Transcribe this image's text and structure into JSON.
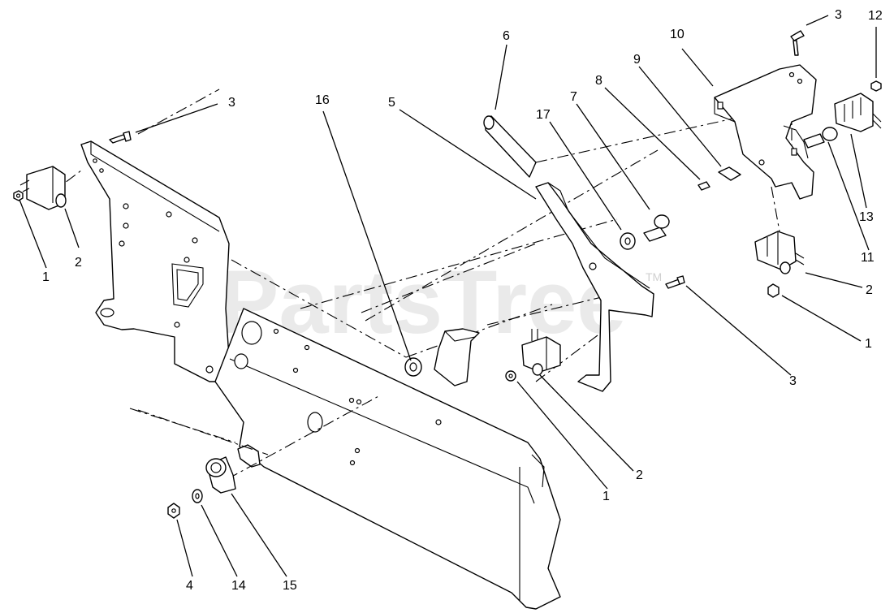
{
  "watermark": {
    "brand": "PartsTree",
    "trademark": "TM"
  },
  "callouts": {
    "c1a": "1",
    "c2a": "2",
    "c3a": "3",
    "c16": "16",
    "c5": "5",
    "c6": "6",
    "c17": "17",
    "c7": "7",
    "c8": "8",
    "c9": "9",
    "c10": "10",
    "c3b": "3",
    "c12": "12",
    "c13": "13",
    "c11": "11",
    "c2b": "2",
    "c1b": "1",
    "c3c": "3",
    "c2c": "2",
    "c1c": "1",
    "c4": "4",
    "c14": "14",
    "c15": "15"
  }
}
